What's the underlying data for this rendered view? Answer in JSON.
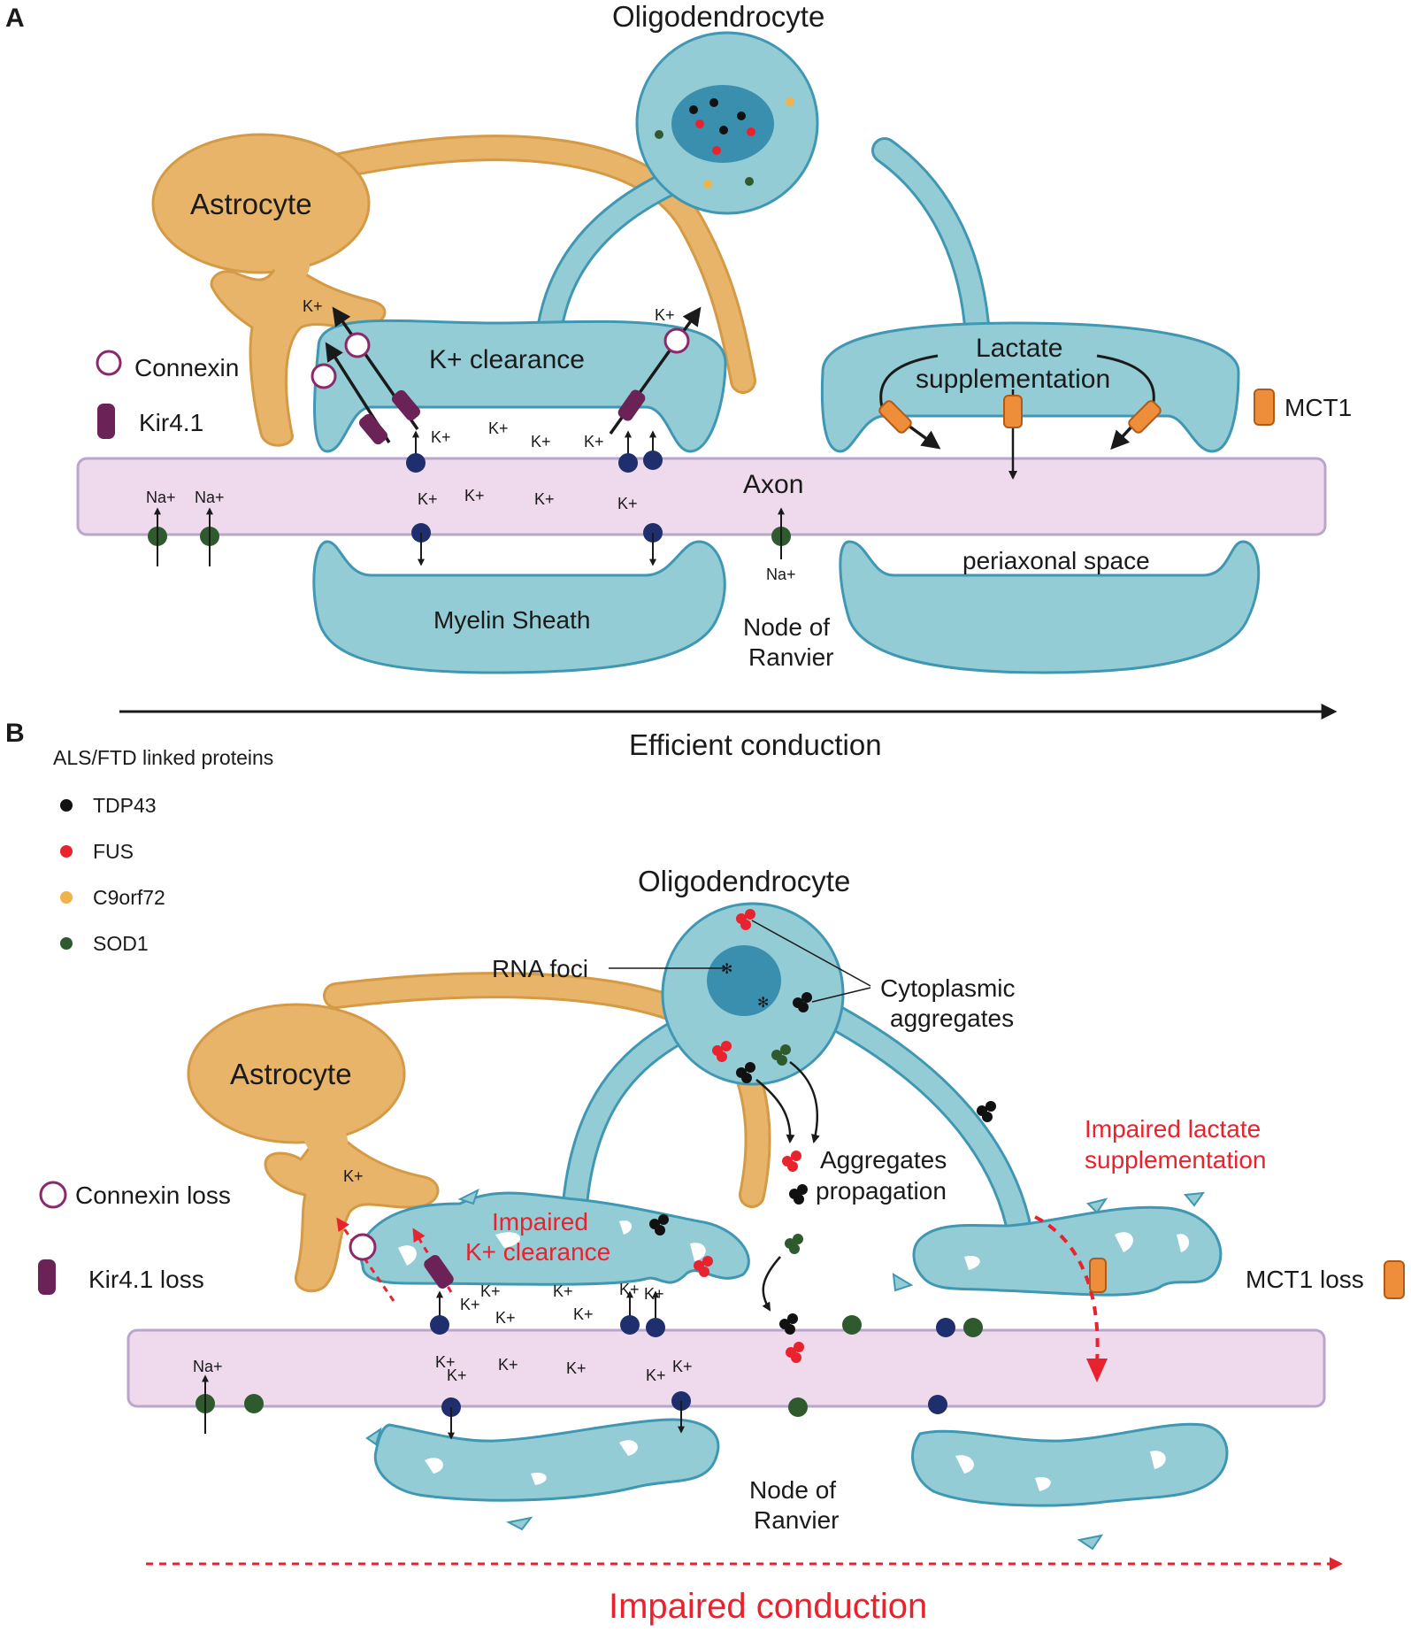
{
  "panel_a": {
    "letter": "A",
    "oligodendrocyte": "Oligodendrocyte",
    "astrocyte": "Astrocyte",
    "k_clearance": "K+ clearance",
    "lactate_line1": "Lactate",
    "lactate_line2": "supplementation",
    "axon": "Axon",
    "periaxonal": "periaxonal space",
    "myelin": "Myelin Sheath",
    "node_line1": "Node of",
    "node_line2": "Ranvier",
    "conduction": "Efficient conduction",
    "legend": {
      "connexin": "Connexin",
      "kir": "Kir4.1",
      "mct1": "MCT1"
    },
    "ions": {
      "k": "K+",
      "na": "Na+"
    }
  },
  "panel_b": {
    "letter": "B",
    "proteins_title": "ALS/FTD linked proteins",
    "proteins": [
      {
        "name": "TDP43",
        "color": "#111111"
      },
      {
        "name": "FUS",
        "color": "#e8232e"
      },
      {
        "name": "C9orf72",
        "color": "#f0b24a"
      },
      {
        "name": "SOD1",
        "color": "#2e5a2e"
      }
    ],
    "oligodendrocyte": "Oligodendrocyte",
    "rna_foci": "RNA foci",
    "cyto_line1": "Cytoplasmic",
    "cyto_line2": "aggregates",
    "astrocyte": "Astrocyte",
    "agg_line1": "Aggregates",
    "agg_line2": "propagation",
    "impaired_k_line1": "Impaired",
    "impaired_k_line2": "K+ clearance",
    "impaired_lactate_line1": "Impaired lactate",
    "impaired_lactate_line2": "supplementation",
    "node_line1": "Node of",
    "node_line2": "Ranvier",
    "conduction": "Impaired conduction",
    "legend": {
      "connexin_loss": "Connexin loss",
      "kir_loss": "Kir4.1 loss",
      "mct1_loss": "MCT1 loss"
    },
    "ions": {
      "k": "K+",
      "na": "Na+"
    }
  },
  "colors": {
    "glia_blue": "#94ccd6",
    "glia_stroke": "#3f97b3",
    "nucleus": "#3a8fae",
    "astro_fill": "#e8b46a",
    "astro_stroke": "#d49a45",
    "axon_fill": "#efd9ec",
    "axon_stroke": "#b8a6cc",
    "kir": "#6b2357",
    "mct1": "#ee8e3a",
    "k_channel": "#1f2f6e",
    "na_channel": "#2e5a2e",
    "impaired_red": "#e8232e"
  }
}
